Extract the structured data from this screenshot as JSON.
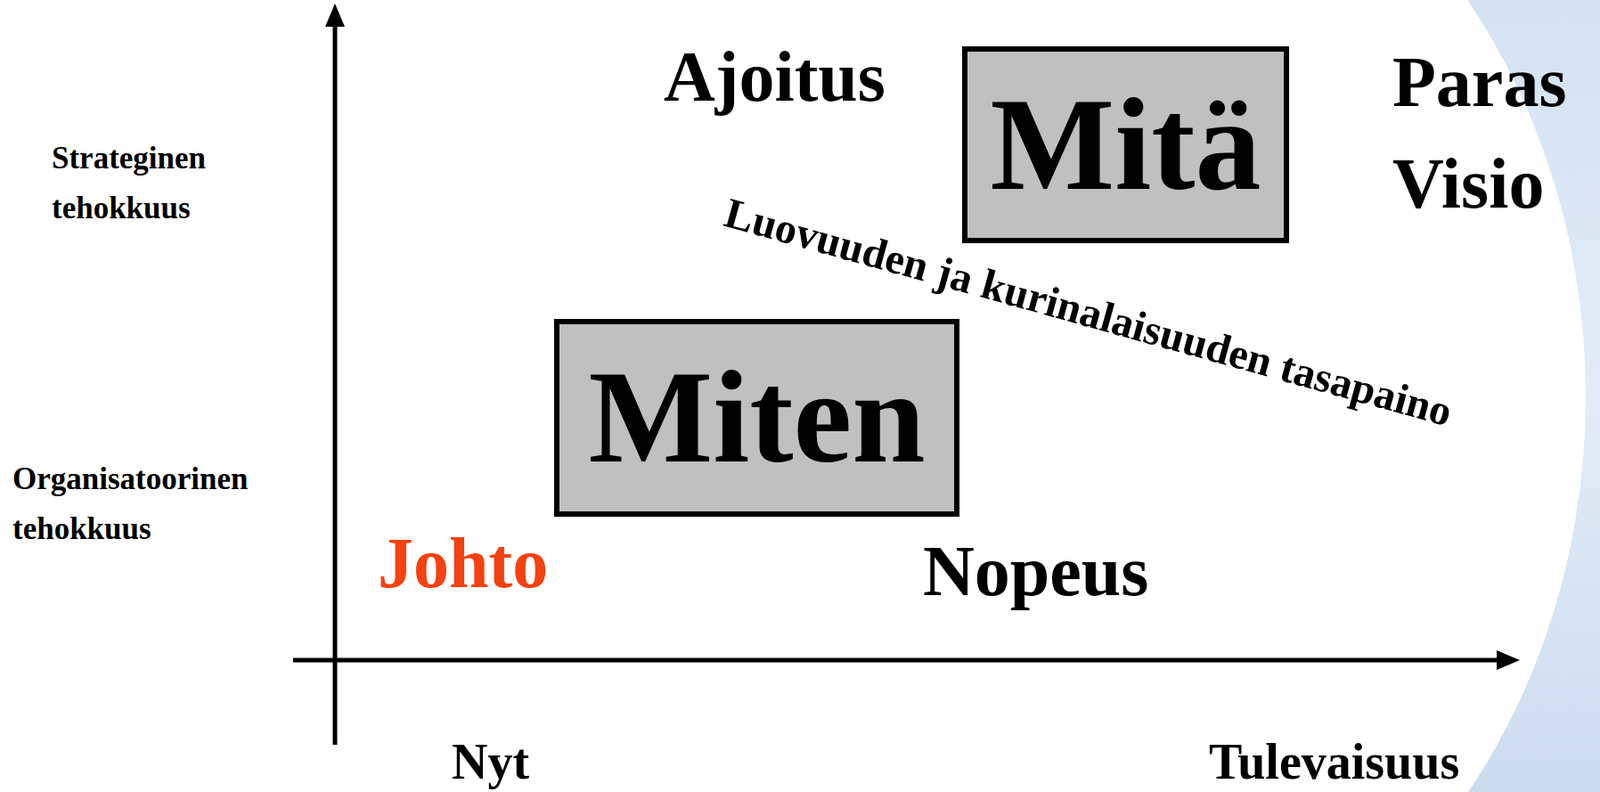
{
  "diagram": {
    "nodes": [
      {
        "text": [
          "Mitä"
        ]
      },
      {
        "text": [
          "Miten"
        ]
      }
    ],
    "labels": [
      "Strateginen tehokkuus",
      "Ajoitus",
      "Paras Visio",
      "Luovuuden ja kurinalaisuuden tasapaino",
      "Organisatoorinen tehokkuus",
      "Johto",
      "Nopeus",
      "Nyt",
      "Tulevaisuus"
    ]
  }
}
